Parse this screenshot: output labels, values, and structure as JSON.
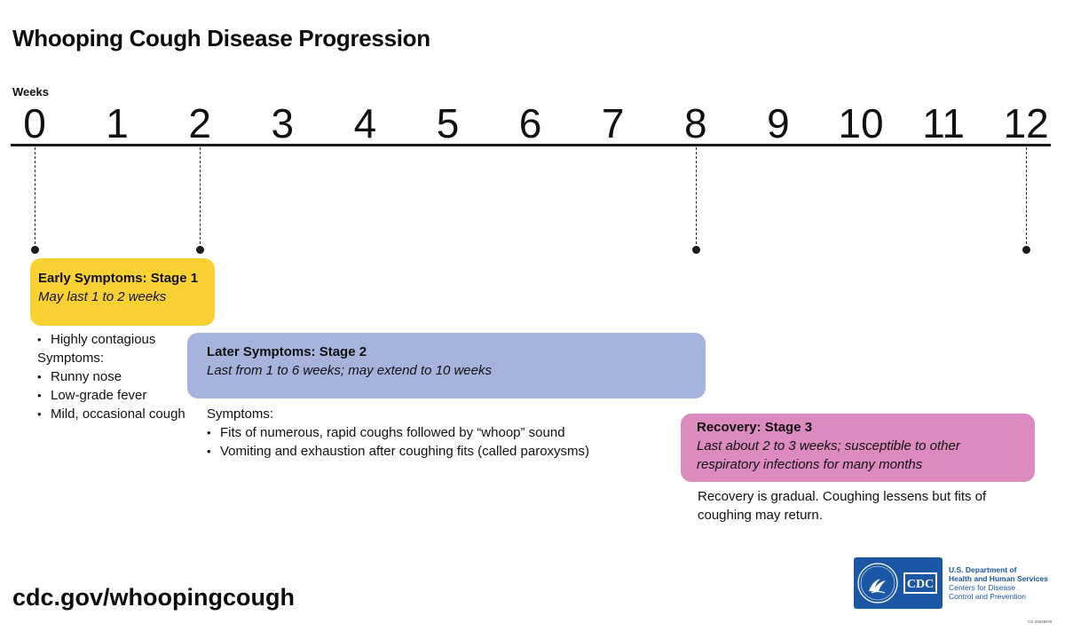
{
  "title": "Whooping Cough Disease Progression",
  "timeline": {
    "axis_label": "Weeks",
    "ticks": [
      "0",
      "1",
      "2",
      "3",
      "4",
      "5",
      "6",
      "7",
      "8",
      "9",
      "10",
      "11",
      "12"
    ],
    "markers_at_weeks": [
      0,
      2,
      8,
      12
    ]
  },
  "stages": {
    "stage1": {
      "title": "Early Symptoms: Stage 1",
      "subtitle": "May last 1 to 2 weeks",
      "color": "#f9d133",
      "details": {
        "lead_bullet": "Highly contagious",
        "symptoms_label": "Symptoms:",
        "bullets": [
          "Runny nose",
          "Low-grade fever",
          "Mild, occasional cough"
        ]
      }
    },
    "stage2": {
      "title": "Later Symptoms: Stage 2",
      "subtitle": "Last from 1 to 6 weeks; may extend to 10 weeks",
      "color": "#a6b3dc",
      "details": {
        "symptoms_label": "Symptoms:",
        "bullets": [
          "Fits of numerous, rapid coughs followed by “whoop” sound",
          "Vomiting and exhaustion after coughing fits (called paroxysms)"
        ]
      }
    },
    "stage3": {
      "title": "Recovery: Stage 3",
      "subtitle_line1": "Last about 2 to 3 weeks; susceptible to other",
      "subtitle_line2": "respiratory infections for many months",
      "color": "#dd8ac0",
      "details": {
        "text_line1": "Recovery is gradual. Coughing lessens but fits of",
        "text_line2": "coughing may return."
      }
    }
  },
  "footer": {
    "url": "cdc.gov/whoopingcough",
    "org_line1": "U.S. Department of",
    "org_line2": "Health and Human Services",
    "org_line3": "Centers for Disease",
    "org_line4": "Control and Prevention",
    "logo_text": "CDC",
    "code": "CS-326269-B",
    "brand_color": "#1b57a5"
  }
}
